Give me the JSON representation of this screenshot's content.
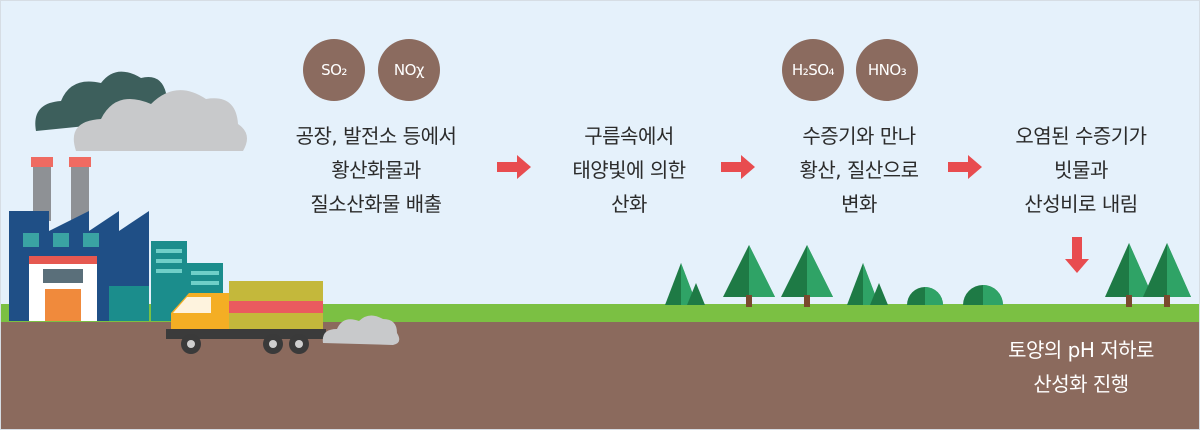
{
  "chemicals": [
    {
      "label": "SO₂"
    },
    {
      "label": "NOχ"
    },
    {
      "label": "H₂SO₄"
    },
    {
      "label": "HNO₃"
    }
  ],
  "steps": [
    {
      "text": "공장, 발전소 등에서\n황산화물과\n질소산화물 배출"
    },
    {
      "text": "구름속에서\n태양빛에 의한\n산화"
    },
    {
      "text": "수증기와 만나\n황산, 질산으로\n변화"
    },
    {
      "text": "오염된 수증기가\n빗물과\n산성비로 내림"
    }
  ],
  "result": {
    "text": "토양의 pH 저하로\n산성화 진행"
  },
  "colors": {
    "sky": "#e5f1fb",
    "grass": "#7bc043",
    "soil": "#8b6a5d",
    "chem_circle": "#8b6b5f",
    "arrow": "#e84c4f",
    "tree_dark": "#1e7a45",
    "tree_light": "#2fa366"
  },
  "icons": [
    "factory-icon",
    "truck-icon",
    "smoke-cloud-icon",
    "tree-icon",
    "bush-icon",
    "right-arrow-icon",
    "down-arrow-icon"
  ]
}
